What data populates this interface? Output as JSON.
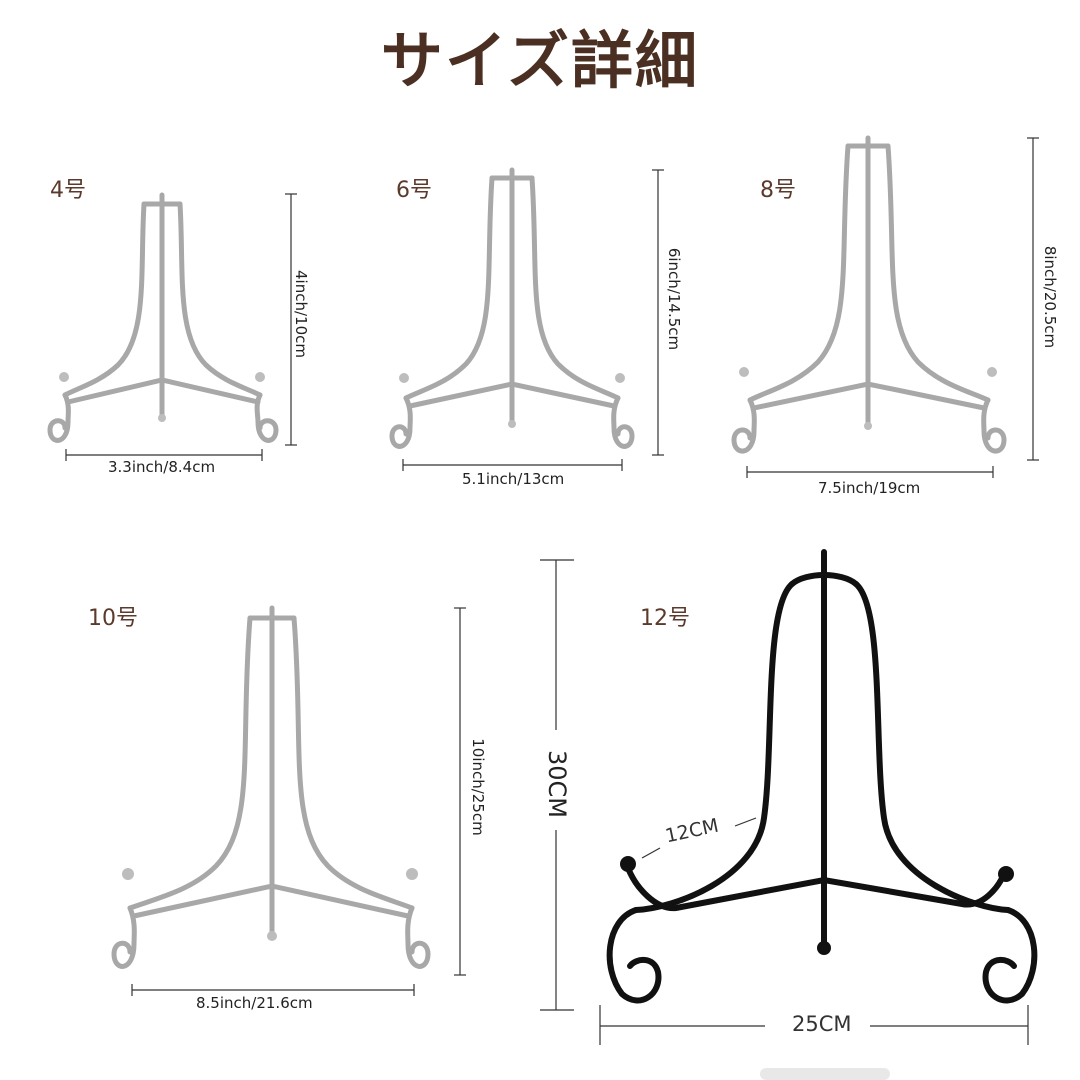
{
  "title": "サイズ詳細",
  "stands": [
    {
      "label": "4号",
      "height": "4inch/10cm",
      "width": "3.3inch/8.4cm"
    },
    {
      "label": "6号",
      "height": "6inch/14.5cm",
      "width": "5.1inch/13cm"
    },
    {
      "label": "8号",
      "height": "8inch/20.5cm",
      "width": "7.5inch/19cm"
    },
    {
      "label": "10号",
      "height": "10inch/25cm",
      "width": "8.5inch/21.6cm"
    },
    {
      "label": "12号",
      "height": "30CM",
      "width": "25CM",
      "depth": "12CM"
    }
  ],
  "colors": {
    "title": "#4a2f22",
    "silver": "#a8a8a8",
    "black": "#111111"
  }
}
